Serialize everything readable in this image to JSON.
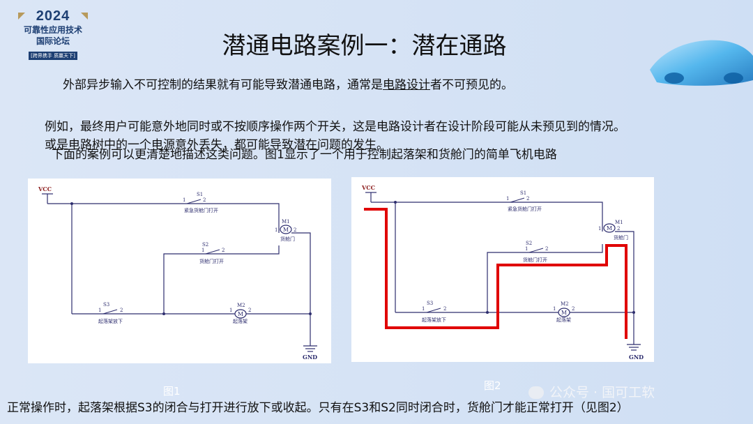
{
  "logo": {
    "year": "2024",
    "line1": "可靠性应用技术",
    "line2": "国际论坛",
    "line3": "[跨界携手 质赢天下]"
  },
  "title": "潜通电路案例一：潜在通路",
  "paragraphs": {
    "p1_before": "外部异步输入不可控制的结果就有可能导致潜通电路，通常是",
    "p1_underlined": "电路设计",
    "p1_after": "者不可预见的。",
    "p2": "例如，最终用户可能意外地同时或不按顺序操作两个开关，这是电路设计者在设计阶段可能从未预见到的情况。",
    "p3": "或是电路树中的一个电源意外丢失，都可能导致潜在问题的发生。",
    "p4": "下面的案例可以更清楚地描述这类问题。图1显示了一个用于控制起落架和货舱门的简单飞机电路"
  },
  "circuit": {
    "vcc": "VCC",
    "gnd": "GND",
    "s1": "S1",
    "s1_label": "紧急货舱门打开",
    "s2": "S2",
    "s2_label": "货舱门打开",
    "s3": "S3",
    "s3_label": "起落架放下",
    "m1": "M1",
    "m1_label": "货舱门",
    "m2": "M2",
    "m2_label": "起落架",
    "pin1": "1",
    "pin2": "2",
    "motor": "M"
  },
  "figures": {
    "fig1": "图1",
    "fig2": "图2"
  },
  "watermark": "公众号 · 国可工软",
  "caption": "正常操作时，起落架根据S3的闭合与打开进行放下或收起。只有在S3和S2同时闭合时，货舱门才能正常打开（见图2）",
  "colors": {
    "wire": "#2d2d6e",
    "sneak_path": "#e00000",
    "title_text": "#111111",
    "logo_blue": "#1d3f73"
  }
}
